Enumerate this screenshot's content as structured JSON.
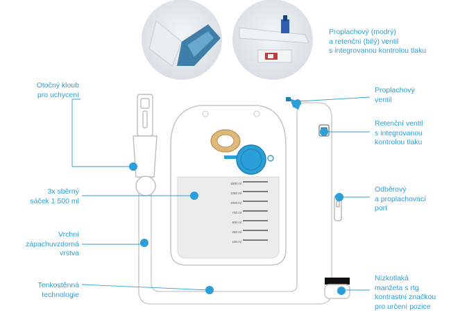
{
  "labels": {
    "valve_top": [
      "Proplachový (modrý)",
      "a retenční (bílý) ventil",
      "s integrovanou kontrolou tlaku"
    ],
    "swivel": [
      "Otočný kloub",
      "pro uchycení"
    ],
    "flush_valve": [
      "Proplachový",
      "ventil"
    ],
    "retention_valve": [
      "Retenční ventil",
      "s integrovanou",
      "kontrolou tlaku"
    ],
    "bags": [
      "3x sběrný",
      "sáček 1 500 ml"
    ],
    "sampling_port": [
      "Odběrový",
      "a proplachovací",
      "port"
    ],
    "odor_layer": [
      "Vrchní",
      "zápachuvzdorná",
      "vrstva"
    ],
    "thin_wall": [
      "Tenkostěnná",
      "technologie"
    ],
    "cuff": [
      "Nízkotlaká",
      "manžeta s rtg",
      "kontrastní značkou",
      "pro určení pozice"
    ]
  },
  "scale": [
    "1500 ml",
    "1250 ml",
    "1000 ml",
    "750 ml",
    "500 ml",
    "250 ml",
    "100 ml"
  ],
  "colors": {
    "accent": "#2a9fd8",
    "outline": "#c8c8c8",
    "port_blue": "#2a9fd8",
    "port_ring": "#e0b87a"
  }
}
